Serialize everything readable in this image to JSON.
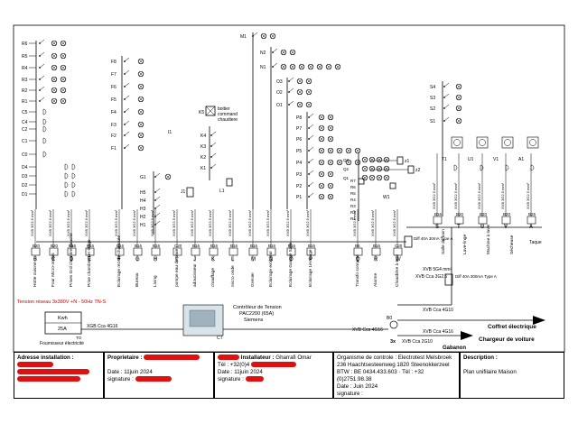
{
  "left_labels": [
    "R6",
    "R5",
    "R4",
    "R3",
    "R2",
    "R1",
    "C5",
    "C4",
    "C2",
    "C1",
    "C0",
    "D4",
    "D3",
    "D2",
    "D1"
  ],
  "f_labels": [
    "F8",
    "F7",
    "F6",
    "F5",
    "F4",
    "F3",
    "F2",
    "F1"
  ],
  "g_labels": [
    "G1",
    "H5",
    "H4",
    "H3",
    "H2",
    "H1"
  ],
  "k_labels": [
    "K4",
    "K3",
    "K2",
    "K1"
  ],
  "box_label": [
    "boitier",
    "command",
    "chaudiere"
  ],
  "m_labels": [
    "M1",
    "N2",
    "N1",
    "O3",
    "O2",
    "O1"
  ],
  "p_labels": [
    "P8",
    "P7",
    "P6",
    "P5",
    "P4",
    "P3",
    "P2",
    "P1"
  ],
  "q_labels": [
    "Q3",
    "Q2",
    "Q1",
    "R7",
    "R6",
    "R5",
    "R4",
    "R3",
    "R2",
    "R1"
  ],
  "s_labels": [
    "S4",
    "S3",
    "S2",
    "S1"
  ],
  "tuva_labels": [
    "T1",
    "U1",
    "V1",
    "A1"
  ],
  "misc_labels": {
    "i1": "I1",
    "j1": "J1",
    "l1": "L1",
    "k5": "K5",
    "w1": "W1",
    "x1": "x1",
    "x2": "x2",
    "z1": "z1",
    "z2": "z2",
    "b": "B"
  },
  "cable_label": "XVB 3G2.5 mm²",
  "cable_label_small": "XVB 3G1.5 mm²",
  "cable_label_big": "XVB 5G4 mm²",
  "breakers": [
    {
      "letter": "B",
      "rating": "B20",
      "name": "Hotte cuisine"
    },
    {
      "letter": "C",
      "rating": "B20",
      "name": "Four Micro-ondes"
    },
    {
      "letter": "D",
      "rating": "B16",
      "name": "Prises Grd chambre gauche"
    },
    {
      "letter": "E",
      "rating": "B16",
      "name": "Prise chambre 1er étage"
    },
    {
      "letter": "F",
      "rating": "B16",
      "name": "Eclairage rez-de-chaussée"
    },
    {
      "letter": "G",
      "rating": "B16",
      "name": "Bureau"
    },
    {
      "letter": "H",
      "rating": "B16",
      "name": "Living"
    },
    {
      "letter": "I",
      "rating": "C20",
      "name": "pompe eau de pluie"
    },
    {
      "letter": "J",
      "rating": "B16",
      "name": "adoucisseur"
    },
    {
      "letter": "K",
      "rating": "B16",
      "name": "chauffage"
    },
    {
      "letter": "L",
      "rating": "B16",
      "name": "micro onde"
    },
    {
      "letter": "M",
      "rating": "B16",
      "name": "Grenier"
    },
    {
      "letter": "N",
      "rating": "B16",
      "name": "Eclairage extérieur"
    },
    {
      "letter": "O",
      "rating": "B16",
      "name": "Eclairage Garage Salle"
    },
    {
      "letter": "P",
      "rating": "B16",
      "name": "Eclairage 1er étage"
    },
    {
      "letter": "Q",
      "rating": "B6",
      "name": "Transfo sonnette"
    },
    {
      "letter": "R",
      "rating": "B16",
      "name": "Alarme"
    },
    {
      "letter": "W",
      "rating": "C20",
      "name": "Chaudière à Gaz"
    }
  ],
  "right_breakers": [
    {
      "letter": "S",
      "rating": "B16",
      "name": "Salle de bain"
    },
    {
      "letter": "T",
      "rating": "B20",
      "name": "Lave-linge"
    },
    {
      "letter": "U",
      "rating": "B20",
      "name": "Machine à laver"
    },
    {
      "letter": "V",
      "rating": "B20",
      "name": "Sécheuse"
    },
    {
      "letter": "A",
      "rating": "B25",
      "name": "Taque"
    }
  ],
  "diff_1": "Diff 40A 30mA Type A",
  "diff_2": "Diff 40A 300mA Type A",
  "cable_main": "XVB 5G4 mm²",
  "cable_3g25": "XVB Cca 3G2.5",
  "cable_4g10": "XVB Cca 4G10",
  "cable_4g16": "XVB Cca 4G16",
  "cable_4g16_left": "XGB Cca 4G16",
  "cable_2g10": "XVB Cca 2G10",
  "tension": "Tension réseau 3x380V +N - 50Hz  TN-S",
  "meter": {
    "kwh": "Kwh",
    "amps": "25A",
    "to": "TO",
    "supplier": "Fournisseur électricité"
  },
  "controller": {
    "title": "Contrôleur de Tension",
    "model": "PAC2200 (65A)",
    "brand": "Siemens",
    "ct": "CT"
  },
  "right_outputs": {
    "b0": "B0",
    "x3": "3x",
    "coffret": "Coffret électrique",
    "chargeur": "Chargeur de voiture",
    "gabanon": "Gabanon"
  },
  "footer": {
    "adresse_label": "Adresse installation :",
    "proprietaire_label": "Proprietaire :",
    "date_label": "Date :",
    "date_value": "11juin 2024",
    "signature_label": "signature :",
    "installateur_label": "Installateur :",
    "installateur_name": "Gharrafi Omar",
    "tel_label": "Tél : +32(0)4",
    "organisme_line1": "Organisme de controle : Electrotest Melsbroek",
    "organisme_line2": "236 Haachtsesteenweg     1820 Steenokkerzeel",
    "organisme_line3": "BTW : BE 0434.433.603  · Tél : +32 (0)2751.98.38",
    "organisme_date_label": "Date :",
    "organisme_date_value": "Juin 2024",
    "organisme_sig": "signature :",
    "description_label": "Description :",
    "description_value": "Plan unifilaire Maison"
  }
}
